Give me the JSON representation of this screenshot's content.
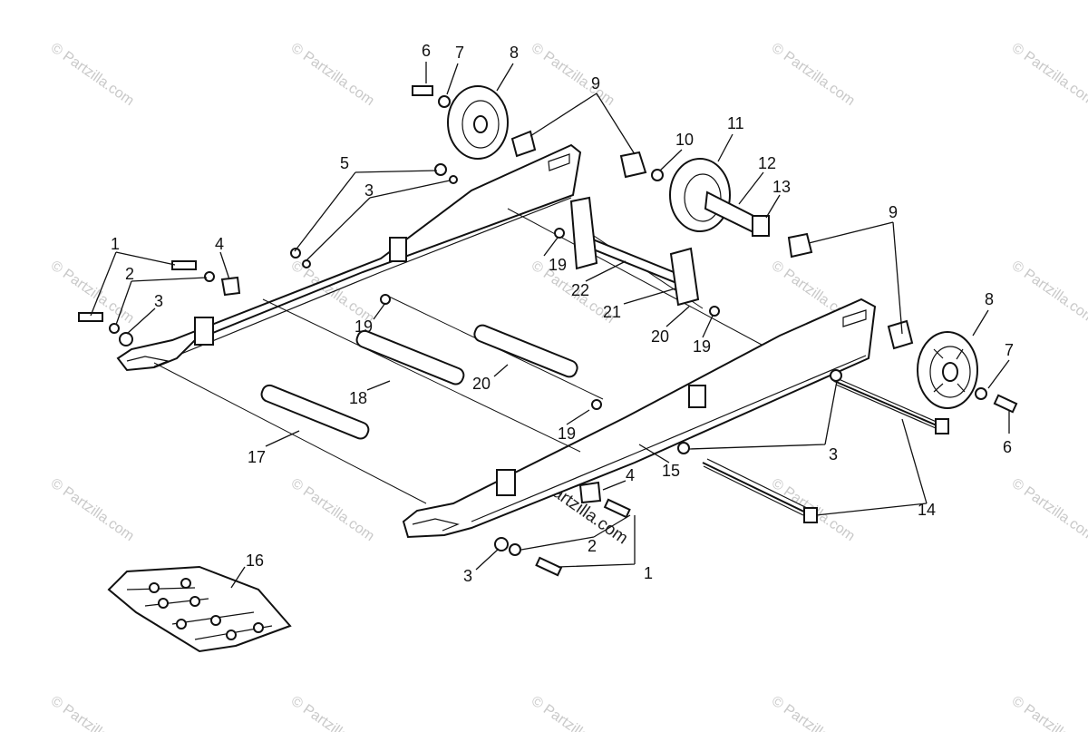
{
  "watermark": {
    "text": "© Partzilla.com",
    "center_text": "Partzilla.com"
  },
  "callouts": [
    {
      "id": "c6a",
      "text": "6"
    },
    {
      "id": "c7a",
      "text": "7"
    },
    {
      "id": "c8a",
      "text": "8"
    },
    {
      "id": "c9a",
      "text": "9"
    },
    {
      "id": "c10",
      "text": "10"
    },
    {
      "id": "c11",
      "text": "11"
    },
    {
      "id": "c12",
      "text": "12"
    },
    {
      "id": "c13",
      "text": "13"
    },
    {
      "id": "c5",
      "text": "5"
    },
    {
      "id": "c3a",
      "text": "3"
    },
    {
      "id": "c1a",
      "text": "1"
    },
    {
      "id": "c4a",
      "text": "4"
    },
    {
      "id": "c2a",
      "text": "2"
    },
    {
      "id": "c3b",
      "text": "3"
    },
    {
      "id": "c19a",
      "text": "19"
    },
    {
      "id": "c19b",
      "text": "19"
    },
    {
      "id": "c22",
      "text": "22"
    },
    {
      "id": "c21",
      "text": "21"
    },
    {
      "id": "c20a",
      "text": "20"
    },
    {
      "id": "c19c",
      "text": "19"
    },
    {
      "id": "c9b",
      "text": "9"
    },
    {
      "id": "c8b",
      "text": "8"
    },
    {
      "id": "c7b",
      "text": "7"
    },
    {
      "id": "c6b",
      "text": "6"
    },
    {
      "id": "c18",
      "text": "18"
    },
    {
      "id": "c20b",
      "text": "20"
    },
    {
      "id": "c19d",
      "text": "19"
    },
    {
      "id": "c17",
      "text": "17"
    },
    {
      "id": "c15",
      "text": "15"
    },
    {
      "id": "c3c",
      "text": "3"
    },
    {
      "id": "c4b",
      "text": "4"
    },
    {
      "id": "c14",
      "text": "14"
    },
    {
      "id": "c2b",
      "text": "2"
    },
    {
      "id": "c1b",
      "text": "1"
    },
    {
      "id": "c3d",
      "text": "3"
    },
    {
      "id": "c16",
      "text": "16"
    }
  ]
}
